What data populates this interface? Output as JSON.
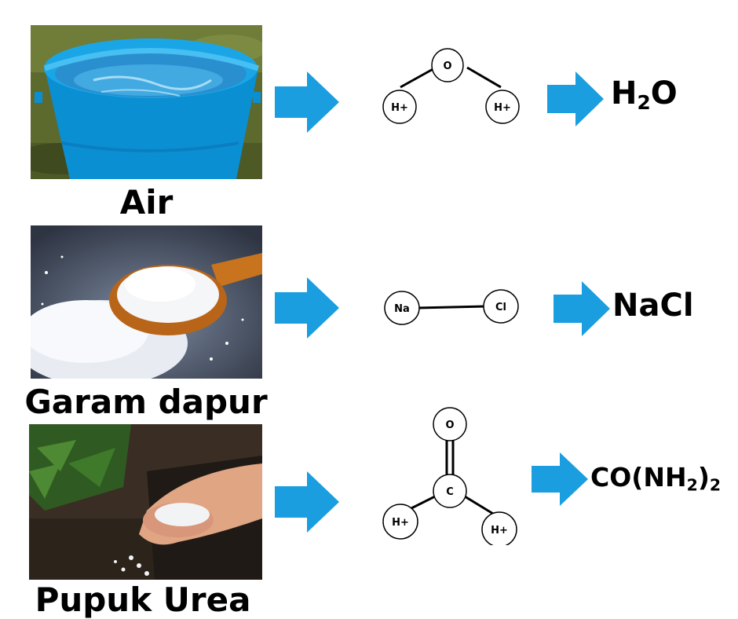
{
  "rows": [
    {
      "label": "Air",
      "photo": "water-bucket",
      "molecule": {
        "atoms": [
          "O",
          "H+",
          "H+"
        ]
      },
      "formula": {
        "main": "H",
        "sub1": "2",
        "tail": "O"
      }
    },
    {
      "label": "Garam dapur",
      "photo": "salt-spoon",
      "molecule": {
        "atoms": [
          "Na",
          "Cl"
        ]
      },
      "formula": {
        "main": "NaCl"
      }
    },
    {
      "label": "Pupuk Urea",
      "photo": "urea-hand",
      "molecule": {
        "atoms": [
          "O",
          "C",
          "H+",
          "H+"
        ]
      },
      "formula": {
        "main": "CO(NH",
        "sub1": "2",
        "tail": ")",
        "sub2": "2"
      }
    }
  ],
  "colors": {
    "arrow": "#1a9ee0",
    "atom_fill": "#ffffff",
    "atom_stroke": "#000000"
  }
}
